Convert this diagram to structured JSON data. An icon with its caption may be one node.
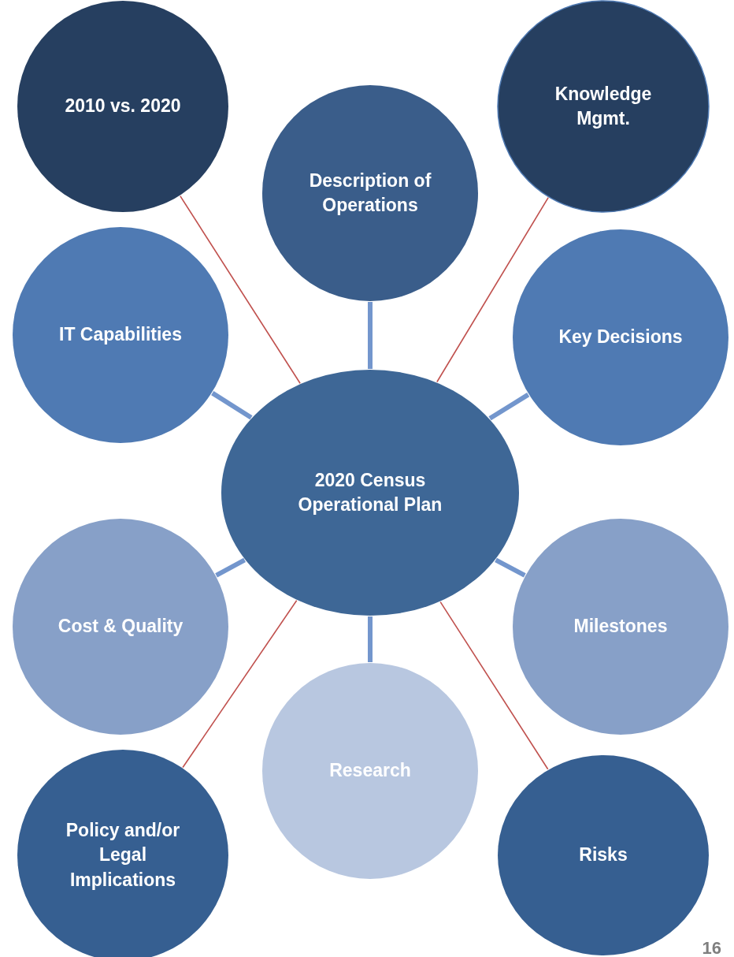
{
  "diagram": {
    "nodes": [
      {
        "text": [
          "2010 vs. 2020"
        ]
      },
      {
        "text": [
          "Knowledge Mgmt."
        ]
      },
      {
        "text": [
          "Description of Operations"
        ]
      },
      {
        "text": [
          "IT Capabilities"
        ]
      },
      {
        "text": [
          "Key Decisions"
        ]
      },
      {
        "text": [
          "2020 Census Operational Plan"
        ]
      },
      {
        "text": [
          "Cost & Quality"
        ]
      },
      {
        "text": [
          "Milestones"
        ]
      },
      {
        "text": [
          "Research"
        ]
      },
      {
        "text": [
          "Policy and/or Legal Implications"
        ]
      },
      {
        "text": [
          "Risks"
        ]
      }
    ],
    "edges": [
      {
        "from": 0,
        "to": 5,
        "arrow": "none",
        "color": "#c0504d"
      },
      {
        "from": 1,
        "to": 5,
        "arrow": "none",
        "color": "#c0504d"
      },
      {
        "from": 2,
        "to": 5,
        "arrow": "none"
      },
      {
        "from": 3,
        "to": 5,
        "arrow": "none"
      },
      {
        "from": 4,
        "to": 5,
        "arrow": "none"
      },
      {
        "from": 6,
        "to": 5,
        "arrow": "none"
      },
      {
        "from": 7,
        "to": 5,
        "arrow": "none"
      },
      {
        "from": 8,
        "to": 5,
        "arrow": "none"
      },
      {
        "from": 9,
        "to": 5,
        "arrow": "none",
        "color": "#c0504d"
      },
      {
        "from": 10,
        "to": 5,
        "arrow": "none",
        "color": "#c0504d"
      }
    ],
    "labels": [
      "16"
    ]
  }
}
